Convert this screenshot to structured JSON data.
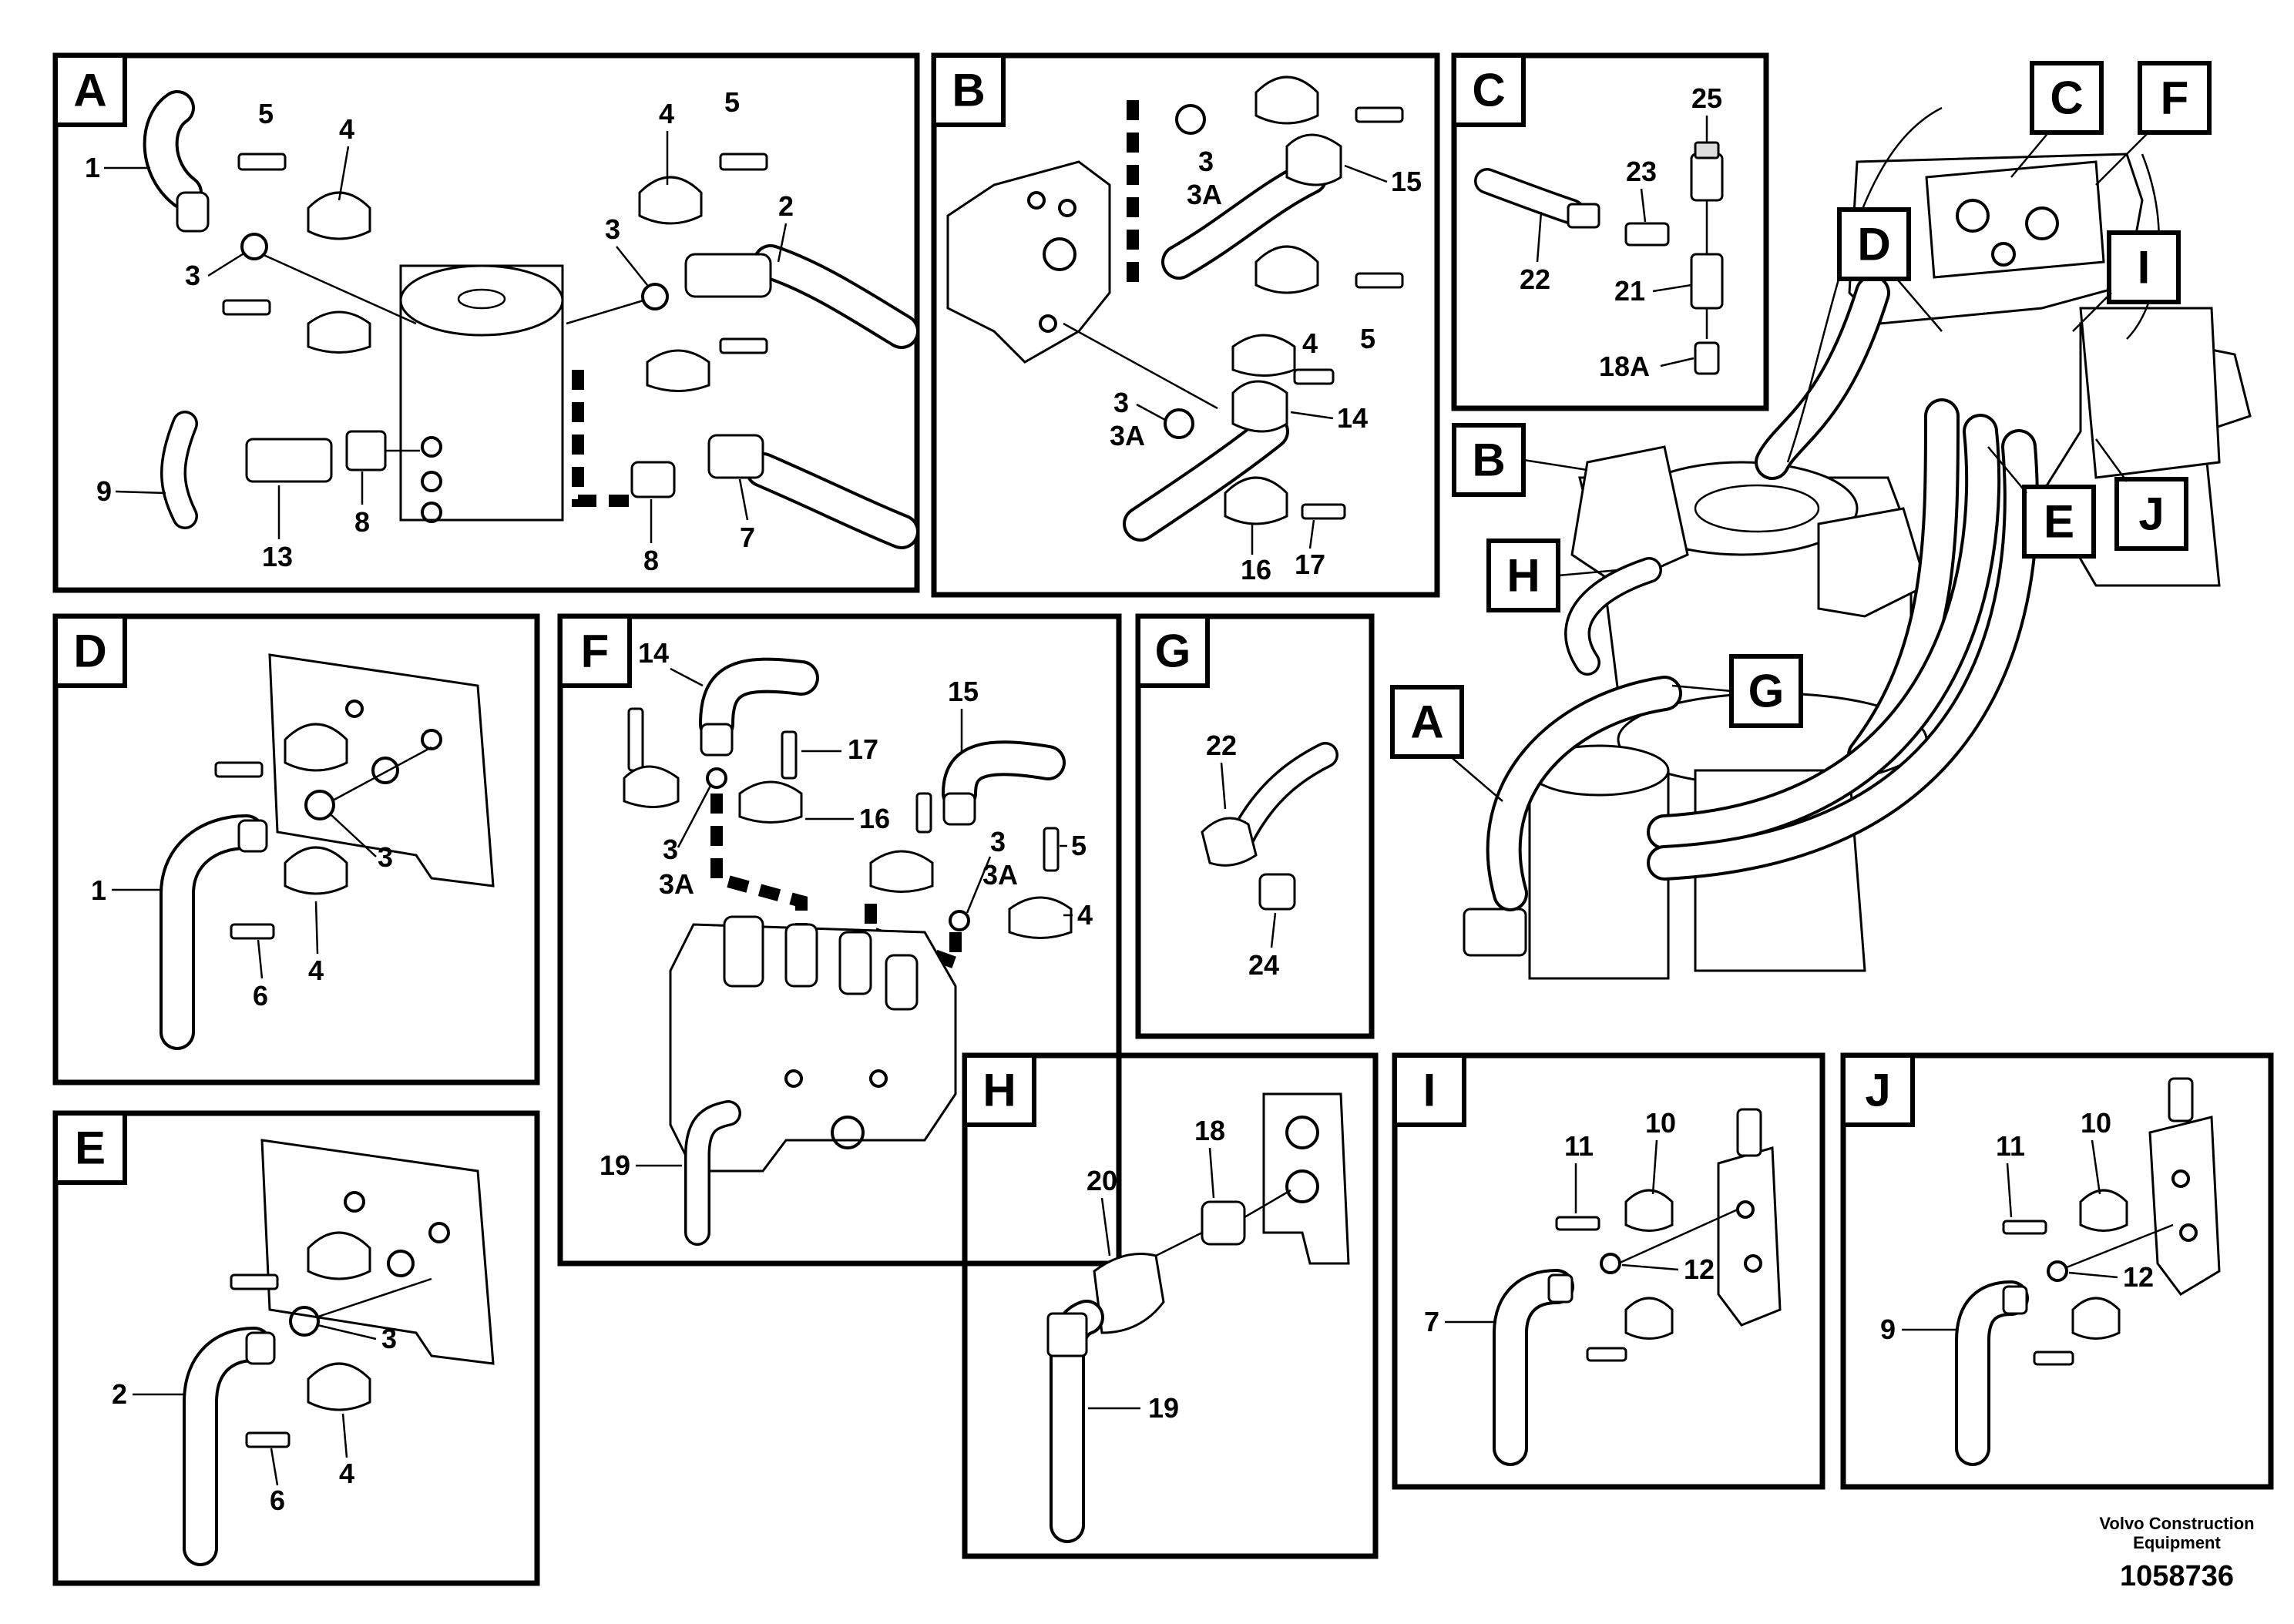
{
  "panels": {
    "A": {
      "tag": "A",
      "labels": {
        "l1": "1",
        "l5a": "5",
        "l4a": "4",
        "l3a": "3",
        "l9": "9",
        "l13": "13",
        "l8a": "8",
        "l4b": "4",
        "l5b": "5",
        "l3b": "3",
        "l2": "2",
        "l8b": "8",
        "l7": "7"
      }
    },
    "B": {
      "tag": "B",
      "labels": {
        "l3a": "3",
        "l3Aa": "3A",
        "l15": "15",
        "l4": "4",
        "l5": "5",
        "l3b": "3",
        "l3Ab": "3A",
        "l14": "14",
        "l16": "16",
        "l17": "17"
      }
    },
    "C": {
      "tag": "C",
      "labels": {
        "l25": "25",
        "l23": "23",
        "l22": "22",
        "l21": "21",
        "l18A": "18A"
      }
    },
    "D": {
      "tag": "D",
      "labels": {
        "l1": "1",
        "l3": "3",
        "l6": "6",
        "l4": "4"
      }
    },
    "E": {
      "tag": "E",
      "labels": {
        "l3": "3",
        "l2": "2",
        "l6": "6",
        "l4": "4"
      }
    },
    "F": {
      "tag": "F",
      "labels": {
        "l14": "14",
        "l15": "15",
        "l17": "17",
        "l16": "16",
        "l3a": "3",
        "l3Aa": "3A",
        "l3b": "3",
        "l3Ab": "3A",
        "l5": "5",
        "l4": "4",
        "l19": "19"
      }
    },
    "G": {
      "tag": "G",
      "labels": {
        "l22": "22",
        "l24": "24"
      }
    },
    "H": {
      "tag": "H",
      "labels": {
        "l18": "18",
        "l20": "20",
        "l19": "19"
      }
    },
    "I": {
      "tag": "I",
      "labels": {
        "l11": "11",
        "l10": "10",
        "l12": "12",
        "l7": "7"
      }
    },
    "J": {
      "tag": "J",
      "labels": {
        "l11": "11",
        "l10": "10",
        "l12": "12",
        "l9": "9"
      }
    }
  },
  "overview": {
    "callouts": [
      "C",
      "F",
      "D",
      "I",
      "B",
      "E",
      "J",
      "H",
      "A",
      "G"
    ]
  },
  "footer": {
    "brand_line1": "Volvo Construction",
    "brand_line2": "Equipment",
    "doc_number": "1058736"
  }
}
